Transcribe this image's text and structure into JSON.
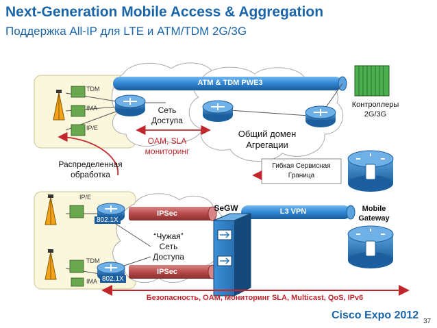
{
  "header": {
    "title": "Next-Generation Mobile Access & Aggregation",
    "subtitle": "Поддержка All-IP для LTE и ATM/TDM 2G/3G"
  },
  "diagram": {
    "top_pipe": "ATM & TDM PWE3",
    "top_site": {
      "tdm": "TDM",
      "ima": "IMA",
      "ipe": "IP/E"
    },
    "bottom_site": {
      "ipe": "IP/E",
      "tdm": "TDM",
      "ima": "IMA",
      "dot1x_top": "802.1X",
      "dot1x_bottom": "802.1X"
    },
    "access_network": "Сеть\nДоступа",
    "oam_sla": "OAM, SLA\nмониторинг",
    "aggregation_domain": "Общий домен\nАгрегации",
    "distributed": "Распределенная\nобработка",
    "flexible_edge": "Гибкая Сервисная\nГраница",
    "controllers": "Контроллеры\n2G/3G",
    "ipsec_top": "IPSec",
    "ipsec_bottom": "IPSec",
    "foreign_network": "“Чужая”\nСеть\nДоступа",
    "segw": "SeGW",
    "l3vpn": "L3 VPN",
    "mobile_gateway": "Mobile\nGateway",
    "bottom_banner": "Безопасность, OAM, Мониторинг SLA, Multicast, QoS, IPv6"
  },
  "footer": {
    "brand": "Cisco Expo 2012",
    "page": "37"
  },
  "colors": {
    "title": "#1a64a8",
    "red": "#c0262c",
    "pipe": "#2f86d2",
    "ipsec": "#b84a4a",
    "router": "#2b78bd"
  }
}
